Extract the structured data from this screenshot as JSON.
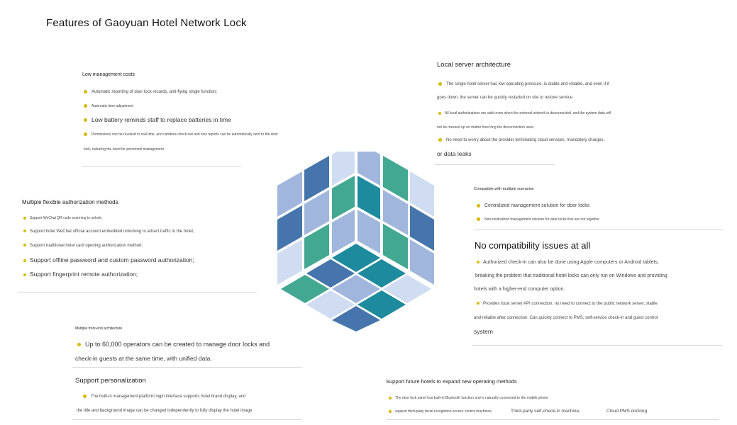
{
  "title": "Features of Gaoyuan Hotel Network Lock",
  "colors": {
    "bullet": "#d8b800",
    "teal": "#43a892",
    "blue": "#4675ad",
    "light_blue": "#a1b6dd",
    "pale_blue": "#cfdcf1",
    "dark_teal": "#1e8a9e"
  },
  "low_cost": {
    "heading": "Low management costs",
    "items": [
      "Automatic reporting of door lock records, anti-flying single function;",
      "Automatic time adjustment",
      "Low battery reminds staff to replace batteries in time",
      "Permissions can be revoked in real time, and cardless check-out and loss reports can be automatically sent to the door",
      "lock, reducing the need for personnel management"
    ]
  },
  "local_server": {
    "heading": "Local server architecture",
    "items": [
      "The single hotel server has low operating pressure, is stable and reliable, and even if it",
      "goes down, the server can be quickly restarted on site to restore service",
      "All local authorizations are valid even when the external network is disconnected, and the system data will",
      "not be messed up no matter how long the disconnection lasts;",
      "No need to worry about the provider terminating cloud services, mandatory charges,",
      "or data leaks"
    ]
  },
  "auth": {
    "heading": "Multiple flexible authorization methods",
    "items": [
      "Support WeChat QR code scanning to unlock;",
      "Support hotel WeChat official account embedded unlocking to attract traffic to the hotel;",
      "Support traditional hotel card opening authorization method;",
      "Support offline password and custom password authorization;",
      "Support fingerprint remote authorization;"
    ]
  },
  "compat": {
    "heading": "Compatible with multiple scenarios",
    "items": [
      "Centralized management solution for door locks",
      "Non-centralized management solution for door locks that are not together"
    ]
  },
  "no_compat": {
    "heading": "No compatibility issues at all",
    "items": [
      "Authorized check-in can also be done using Apple computers or Android tablets,",
      "breaking the problem that traditional hotel locks can only run on Windows and providing",
      "hotels with a higher-end computer option.",
      "Provides local server API connection, no need to connect to the public network server, stable",
      "and reliable after connection. Can quickly connect to PMS, self-service check-in and guest control",
      "system"
    ]
  },
  "frontend": {
    "heading": "Multiple front-end architecture",
    "items": [
      "Up to 60,000 operators can be created to manage door locks and",
      "check-in guests at the same time, with unified data."
    ]
  },
  "personal": {
    "heading": "Support personalization",
    "items": [
      "The built-in management platform login interface supports hotel brand display, and",
      "the title and background image can be changed independently to fully display the hotel image"
    ]
  },
  "future": {
    "heading": "Support future hotels to expand new operating methods",
    "items": [
      "The door lock panel has built-in Bluetooth function and is naturally connected to the mobile phone",
      "support third-party facial recognition access control machines,",
      "Third-party self-check-in machine,",
      "Cloud PMS docking"
    ]
  }
}
